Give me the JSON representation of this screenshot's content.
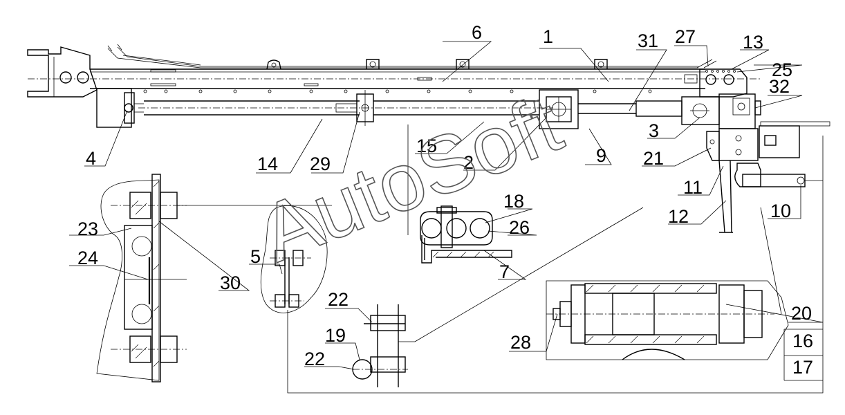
{
  "watermark": "AutoSoft",
  "callouts": [
    "1",
    "2",
    "3",
    "4",
    "5",
    "6",
    "7",
    "9",
    "10",
    "11",
    "12",
    "13",
    "14",
    "15",
    "16",
    "17",
    "18",
    "19",
    "20",
    "21",
    "22",
    "22",
    "23",
    "24",
    "25",
    "26",
    "27",
    "28",
    "29",
    "30",
    "31",
    "32"
  ]
}
